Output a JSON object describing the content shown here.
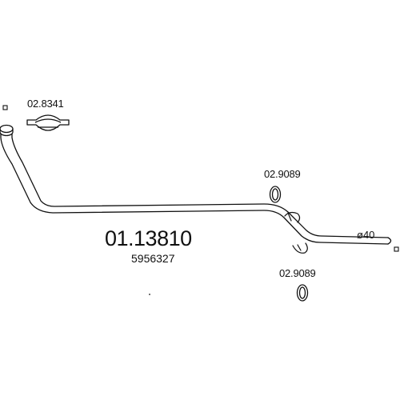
{
  "diagram": {
    "part_number": "01.13810",
    "oe_number": "5956327",
    "pipe_diameter_label": "ø40",
    "accessories": {
      "clamp_code": "02.8341",
      "ring_top_code": "02.9089",
      "ring_bottom_code": "02.9089"
    },
    "icons": [
      "end-marker-icon",
      "clamp-icon",
      "gasket-ring-icon",
      "exhaust-pipe-icon"
    ],
    "colors": {
      "line": "#111111",
      "background": "#ffffff"
    }
  }
}
